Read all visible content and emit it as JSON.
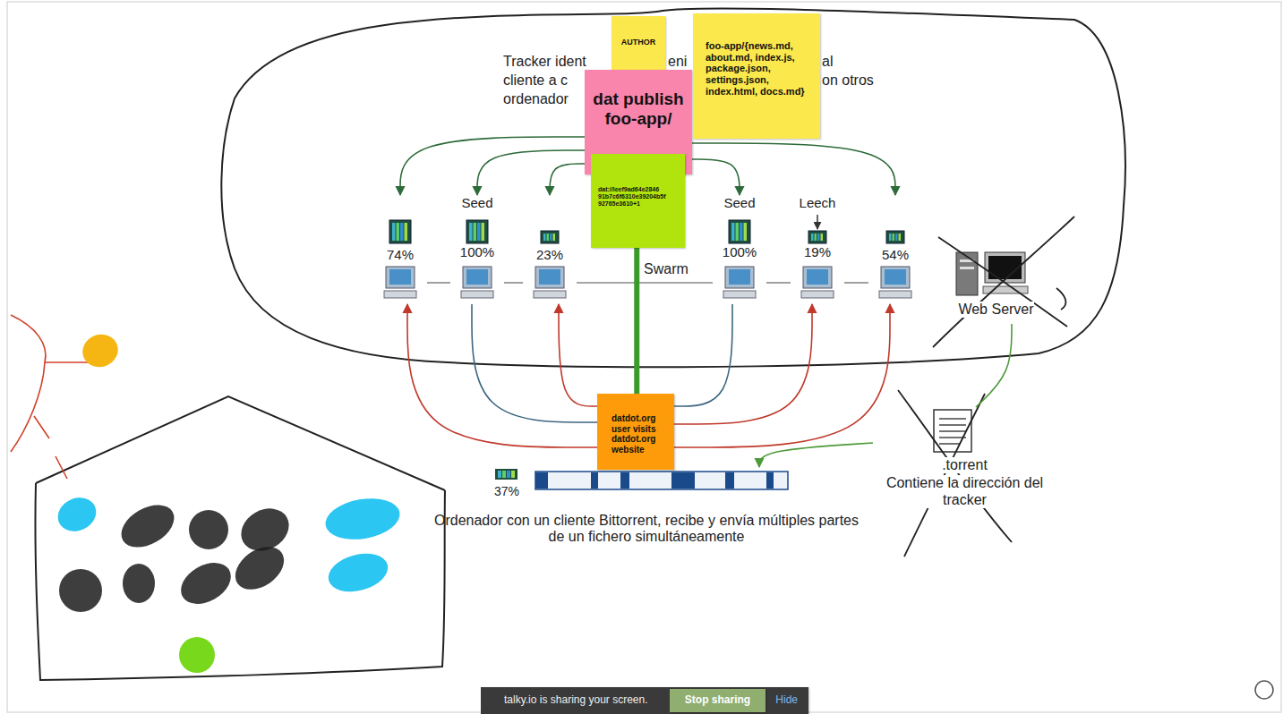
{
  "diagram": {
    "nodes": [
      {
        "text": [
          "AUTHOR"
        ]
      },
      {
        "text": [
          "dat publish foo-app/"
        ]
      },
      {
        "text": [
          "foo-app/{news.md, about.md, index.js, package.json, settings.json, index.html, docs.md}"
        ]
      },
      {
        "text": [
          "dat://leef9ad64e2846 91b7c6f6310e39204b5f 92765e3610+1"
        ]
      },
      {
        "text": [
          "74%"
        ]
      },
      {
        "text": [
          "Seed",
          "100%"
        ]
      },
      {
        "text": [
          "23%"
        ]
      },
      {
        "text": [
          "Seed",
          "100%"
        ]
      },
      {
        "text": [
          "Leech",
          "19%"
        ]
      },
      {
        "text": [
          "54%"
        ]
      },
      {
        "text": [
          "Web Server"
        ]
      },
      {
        "text": [
          "datdot.org user visits datdot.org website"
        ]
      },
      {
        "text": [
          "37%"
        ]
      },
      {
        "text": [
          ".torrent",
          "Contiene la dirección del tracker"
        ]
      },
      {
        "text": [
          "talky.io is sharing your screen.",
          "Hide"
        ]
      },
      {
        "text": [
          "Stop sharing"
        ],
        "in": 14
      }
    ],
    "edges": [
      {
        "from": 1,
        "to": 4,
        "arrow": "to"
      },
      {
        "from": 1,
        "to": 5,
        "arrow": "to"
      },
      {
        "from": 1,
        "to": 6,
        "arrow": "to"
      },
      {
        "from": 1,
        "to": 7,
        "arrow": "to"
      },
      {
        "from": 1,
        "to": 9,
        "arrow": "to"
      },
      {
        "from": 4,
        "to": 5,
        "arrow": "none"
      },
      {
        "from": 5,
        "to": 6,
        "arrow": "none"
      },
      {
        "from": 6,
        "to": 7,
        "label": "Swarm",
        "arrow": "none"
      },
      {
        "from": 7,
        "to": 8,
        "arrow": "none"
      },
      {
        "from": 8,
        "to": 9,
        "arrow": "none"
      },
      {
        "from": 3,
        "to": 11,
        "arrow": "none"
      },
      {
        "from": 11,
        "to": 4,
        "arrow": "to"
      },
      {
        "from": 11,
        "to": 5,
        "arrow": "none"
      },
      {
        "from": 11,
        "to": 6,
        "arrow": "to"
      },
      {
        "from": 11,
        "to": 7,
        "arrow": "none"
      },
      {
        "from": 11,
        "to": 8,
        "arrow": "to"
      },
      {
        "from": 11,
        "to": 9,
        "arrow": "to"
      },
      {
        "from": 10,
        "to": 13,
        "arrow": "none"
      },
      {
        "from": 13,
        "to": 12,
        "arrow": "to"
      }
    ],
    "labels": [
      "Tracker ident",
      "eni",
      "al",
      "cliente a c",
      "on otros",
      "ordenador",
      "Ordenador con un cliente Bittorrent, recibe y envía múltiples partes de un fichero simultáneamente"
    ]
  }
}
